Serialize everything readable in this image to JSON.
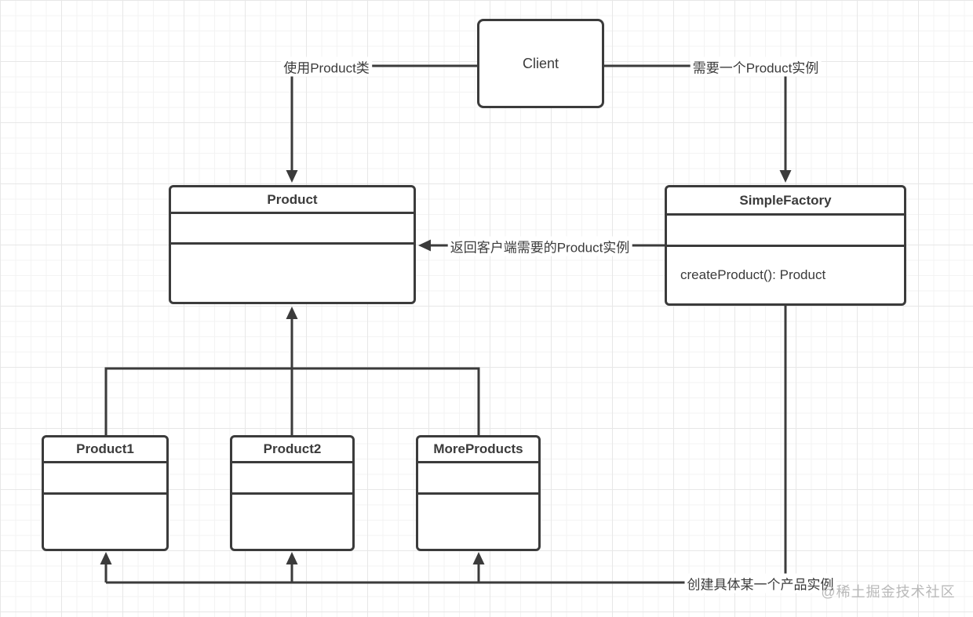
{
  "nodes": {
    "client": {
      "label": "Client"
    },
    "product": {
      "title": "Product"
    },
    "simpleFactory": {
      "title": "SimpleFactory",
      "method": "createProduct(): Product"
    },
    "product1": {
      "title": "Product1"
    },
    "product2": {
      "title": "Product2"
    },
    "moreProducts": {
      "title": "MoreProducts"
    }
  },
  "edgeLabels": {
    "useProduct": "使用Product类",
    "needInstance": "需要一个Product实例",
    "returnInstance": "返回客户端需要的Product实例",
    "createInstance": "创建具体某一个产品实例"
  },
  "watermark": "@稀土掘金技术社区",
  "colors": {
    "line": "#3b3b3b",
    "gridMinor": "#f3f3f3",
    "gridMajor": "#e7e7e7",
    "watermark": "#b9b9b9"
  }
}
